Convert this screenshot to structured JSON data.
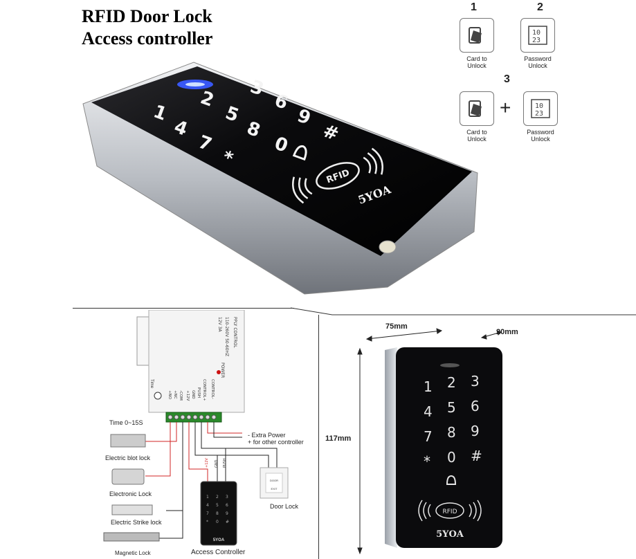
{
  "title": {
    "line1": "RFID Door Lock",
    "line2": "Access controller"
  },
  "keypad": {
    "keys": [
      "1",
      "2",
      "3",
      "4",
      "5",
      "6",
      "7",
      "8",
      "9",
      "*",
      "0",
      "#"
    ],
    "rfid_label": "RFID",
    "brand": "5YOA"
  },
  "unlock_modes": [
    {
      "number": "1",
      "label_line1": "Card to",
      "label_line2": "Unlock",
      "icon": "card-icon"
    },
    {
      "number": "2",
      "label_line1": "Password",
      "label_line2": "Unlock",
      "icon": "password-icon"
    },
    {
      "number": "3",
      "card_line1": "Card to",
      "card_line2": "Unlock",
      "pwd_line1": "Password",
      "pwd_line2": "Unlock",
      "plus": "+"
    }
  ],
  "wiring": {
    "psu_label1": "PPLY CONTROL",
    "psu_label2": "110-260V 50-60HZ",
    "psu_label3": "12V 3A",
    "power_led": "POWER",
    "time_label": "Time",
    "terminals": [
      "+NO",
      "+NC",
      "-COM",
      "+12V",
      "GND",
      "PUSH",
      "CONTROL+",
      "CONTROL-"
    ],
    "time_range": "Time  0~15S",
    "extra_power_line1": "-  Extra Power",
    "extra_power_line2": "+  for other controller",
    "locks": [
      "Electric blot lock",
      "Electronic Lock",
      "Electric Strike lock",
      "Magnetic Lock"
    ],
    "controller_label": "Access Controller",
    "controller_pins": [
      "+12V",
      "GND",
      "PUSH"
    ],
    "door_button_label": "Door Lock",
    "door_button_text1": "DOOR",
    "door_button_text2": "EXIT"
  },
  "dimensions": {
    "width": "75mm",
    "depth": "20mm",
    "height": "117mm",
    "brand": "5YOA",
    "rfid_label": "RFID"
  },
  "colors": {
    "panel_black": "#0b0b0d",
    "frame_silver": "#c9ccd1",
    "led_blue": "#3a5bff",
    "wire_red": "#d22424",
    "wire_black": "#222222"
  }
}
